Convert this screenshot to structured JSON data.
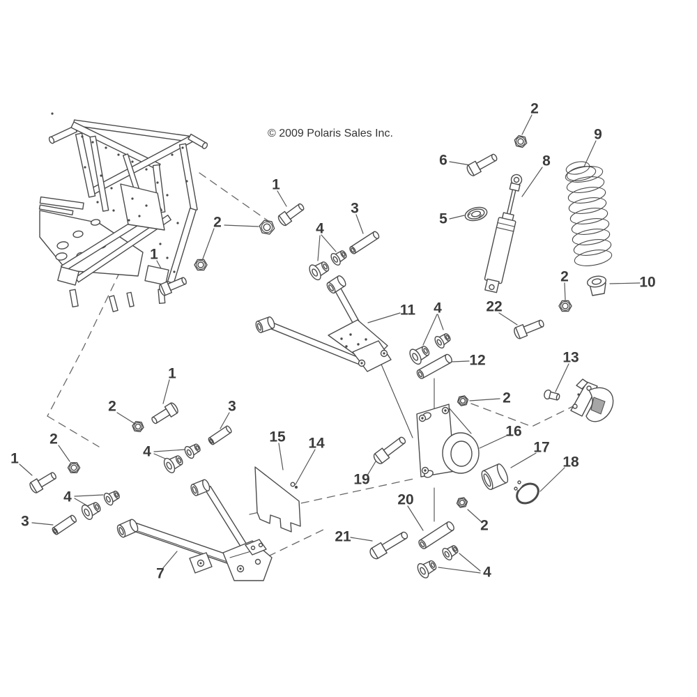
{
  "header": {
    "copyright": "© 2009 Polaris Sales Inc."
  },
  "colors": {
    "line": "#4a4a4a",
    "label": "#3b3b3b",
    "background": "#ffffff"
  },
  "callouts": [
    {
      "label": "1",
      "part": "carriage-bolt"
    },
    {
      "label": "2",
      "part": "flange-nut"
    },
    {
      "label": "1",
      "part": "carriage-bolt"
    },
    {
      "label": "3",
      "part": "pivot-pin"
    },
    {
      "label": "4",
      "part": "bushing-pair"
    },
    {
      "label": "11",
      "part": "upper-control-arm"
    },
    {
      "label": "2",
      "part": "flange-nut"
    },
    {
      "label": "6",
      "part": "shock-bolt"
    },
    {
      "label": "9",
      "part": "coil-spring"
    },
    {
      "label": "8",
      "part": "shock-absorber"
    },
    {
      "label": "5",
      "part": "washer"
    },
    {
      "label": "2",
      "part": "flange-nut"
    },
    {
      "label": "10",
      "part": "spring-retainer"
    },
    {
      "label": "22",
      "part": "bolt"
    },
    {
      "label": "4",
      "part": "bushing-pair"
    },
    {
      "label": "12",
      "part": "pivot-tube"
    },
    {
      "label": "13",
      "part": "caliper-bolt"
    },
    {
      "label": "2",
      "part": "flange-nut"
    },
    {
      "label": "16",
      "part": "bearing-carrier"
    },
    {
      "label": "17",
      "part": "carrier-sleeve"
    },
    {
      "label": "18",
      "part": "snap-ring"
    },
    {
      "label": "2",
      "part": "flange-nut"
    },
    {
      "label": "4",
      "part": "bushing-pair"
    },
    {
      "label": "20",
      "part": "pivot-tube"
    },
    {
      "label": "21",
      "part": "bolt"
    },
    {
      "label": "19",
      "part": "bolt"
    },
    {
      "label": "15",
      "part": "guard-plate"
    },
    {
      "label": "14",
      "part": "rivet"
    },
    {
      "label": "1",
      "part": "carriage-bolt"
    },
    {
      "label": "2",
      "part": "flange-nut"
    },
    {
      "label": "3",
      "part": "pivot-pin"
    },
    {
      "label": "4",
      "part": "bushing-pair"
    },
    {
      "label": "2",
      "part": "flange-nut"
    },
    {
      "label": "1",
      "part": "carriage-bolt"
    },
    {
      "label": "4",
      "part": "bushing-pair"
    },
    {
      "label": "3",
      "part": "pivot-pin"
    },
    {
      "label": "7",
      "part": "lower-control-arm"
    }
  ]
}
